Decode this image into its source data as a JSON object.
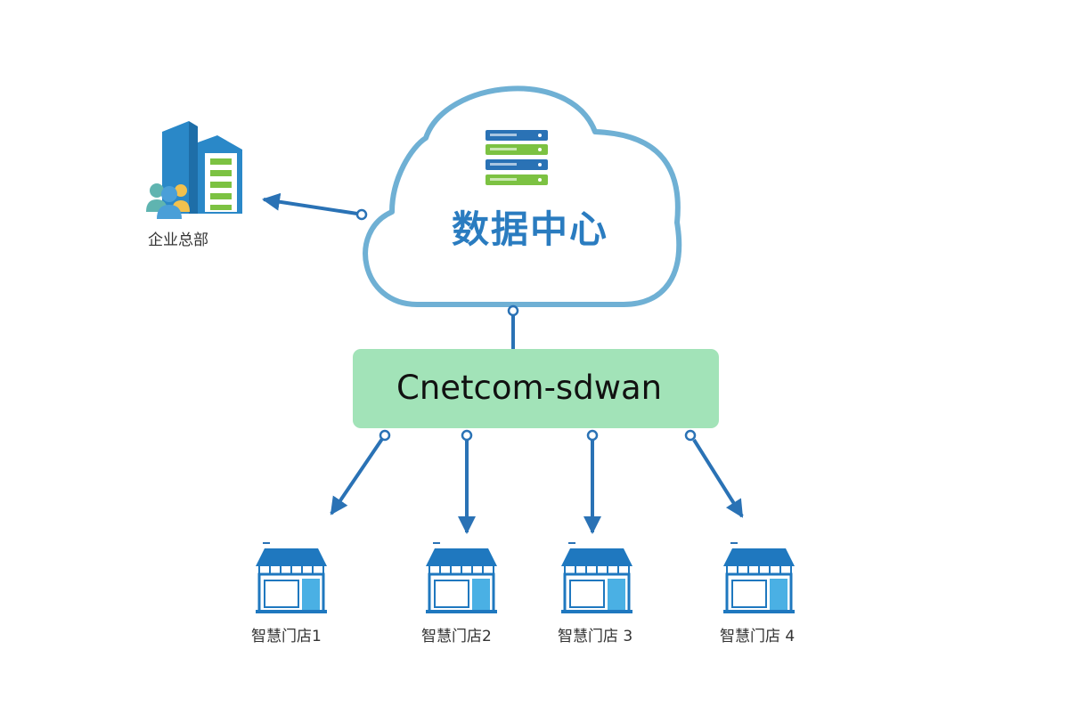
{
  "data_center": {
    "title": "数据中心",
    "icon": "server-rack-icon"
  },
  "headquarters": {
    "label": "企业总部",
    "icon": "office-building-icon"
  },
  "sdwan": {
    "label": "Cnetcom-sdwan",
    "color": "#a2e3b8"
  },
  "stores": [
    {
      "label": "智慧门店1",
      "icon": "storefront-icon"
    },
    {
      "label": "智慧门店2",
      "icon": "storefront-icon"
    },
    {
      "label": "智慧门店 3",
      "icon": "storefront-icon"
    },
    {
      "label": "智慧门店 4",
      "icon": "storefront-icon"
    }
  ],
  "colors": {
    "cloud_outline": "#6fb0d4",
    "connector": "#2a72b5",
    "title_blue": "#2a7cc0",
    "accent_green": "#7cc242"
  }
}
